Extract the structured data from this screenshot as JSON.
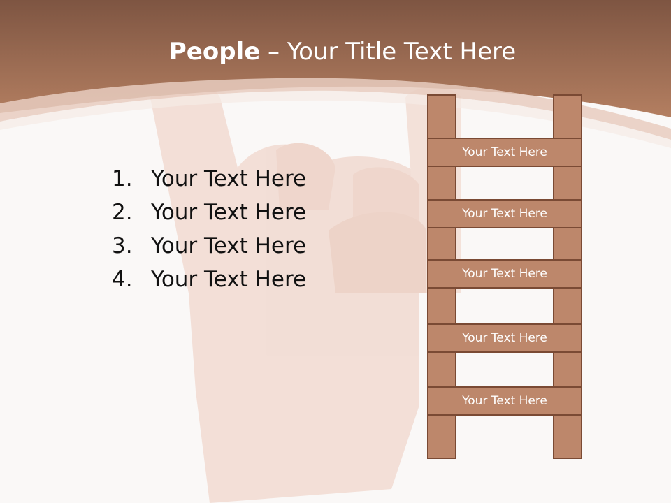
{
  "title": {
    "bold": "People",
    "rest": " – Your Title Text Here"
  },
  "list": {
    "items": [
      {
        "num": "1.",
        "text": "Your Text Here"
      },
      {
        "num": "2.",
        "text": "Your Text Here"
      },
      {
        "num": "3.",
        "text": "Your Text Here"
      },
      {
        "num": "4.",
        "text": "Your Text Here"
      }
    ]
  },
  "ladder": {
    "rungs": [
      {
        "label": "Your Text Here"
      },
      {
        "label": "Your Text Here"
      },
      {
        "label": "Your Text Here"
      },
      {
        "label": "Your Text Here"
      },
      {
        "label": "Your Text Here"
      }
    ]
  },
  "colors": {
    "accent": "#b07a5e",
    "accent_dark": "#7d5240",
    "ladder_border": "#7a4a34",
    "text": "#111111"
  }
}
